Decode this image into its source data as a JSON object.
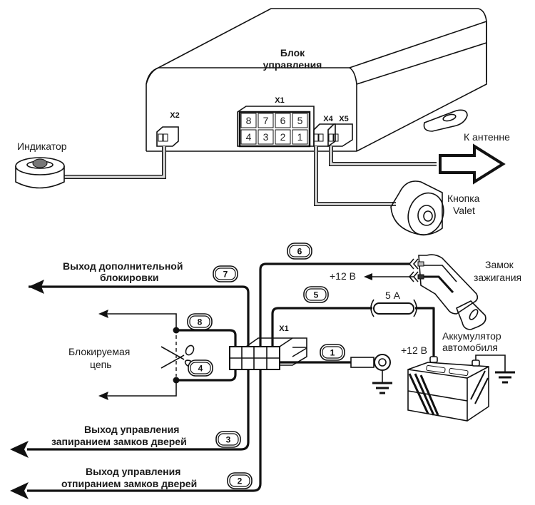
{
  "diagram": {
    "type": "wiring-diagram",
    "control_unit": {
      "label_line1": "Блок",
      "label_line2": "управления"
    },
    "connectors": {
      "x1": "X1",
      "x2": "X2",
      "x4": "X4",
      "x5": "X5",
      "x1_pins_top": [
        "8",
        "7",
        "6",
        "5"
      ],
      "x1_pins_bottom": [
        "4",
        "3",
        "2",
        "1"
      ]
    },
    "peripherals": {
      "indicator": "Индикатор",
      "antenna": "К антенне",
      "valet_line1": "Кнопка",
      "valet_line2": "Valet",
      "ignition_line1": "Замок",
      "ignition_line2": "зажигания",
      "battery_line1": "Аккумулятор",
      "battery_line2": "автомобиля",
      "plus12_ignition": "+12 В",
      "plus12_battery": "+12 В",
      "fuse": "5 А",
      "blocked_circuit_line1": "Блокируемая",
      "blocked_circuit_line2": "цепь"
    },
    "wires": [
      {
        "number": "1",
        "description": ""
      },
      {
        "number": "2",
        "description_line1": "Выход управления",
        "description_line2": "отпиранием замков дверей"
      },
      {
        "number": "3",
        "description_line1": "Выход управления",
        "description_line2": "запиранием замков дверей"
      },
      {
        "number": "4",
        "description": ""
      },
      {
        "number": "5",
        "description": ""
      },
      {
        "number": "6",
        "description": ""
      },
      {
        "number": "7",
        "description_line1": "Выход дополнительной",
        "description_line2": "блокировки"
      },
      {
        "number": "8",
        "description": ""
      }
    ]
  }
}
